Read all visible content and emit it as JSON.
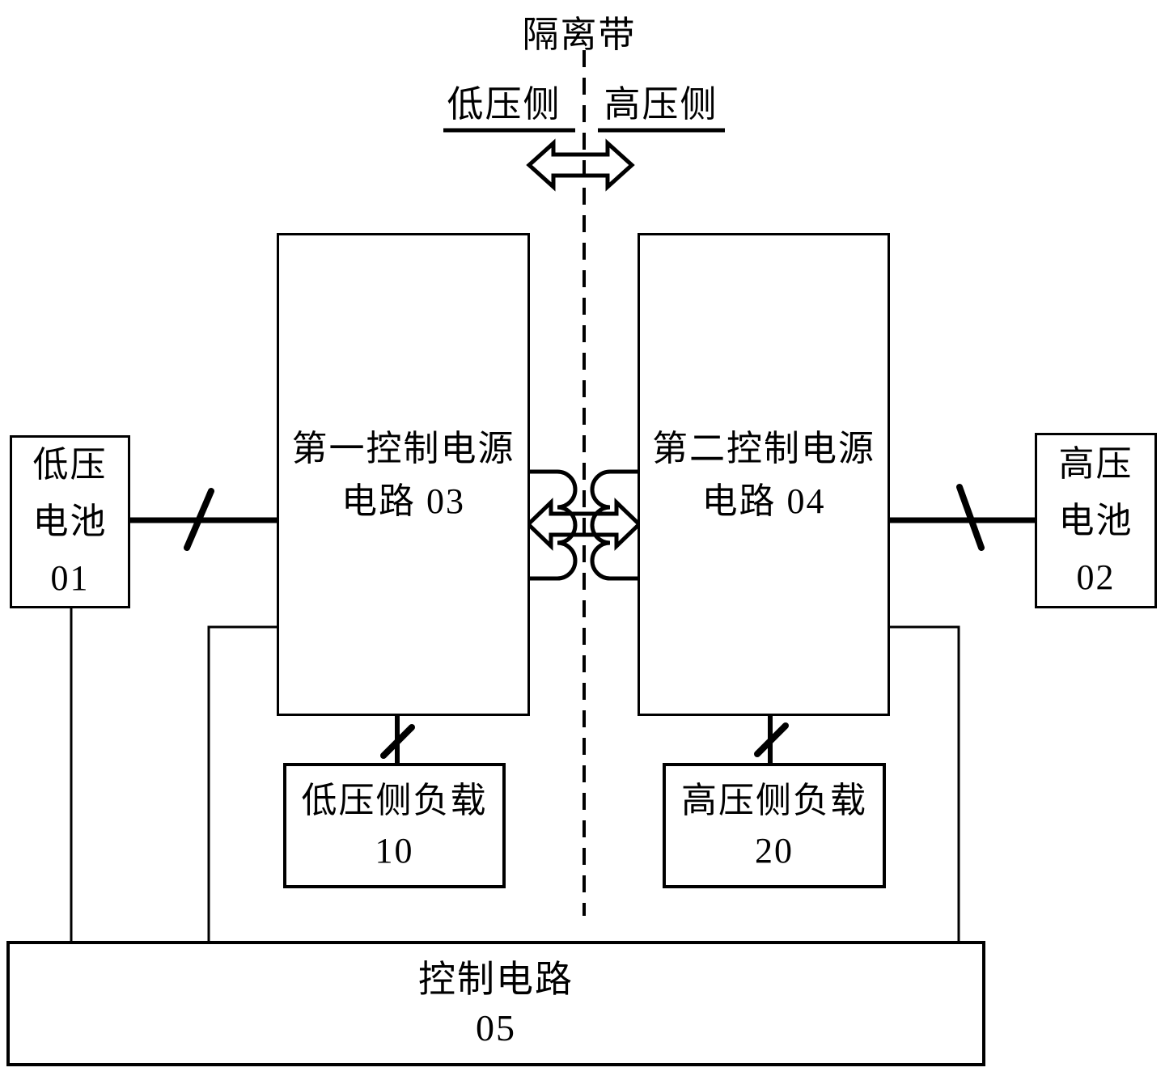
{
  "diagram": {
    "isolation_band_label": "隔离带",
    "low_voltage_side_label": "低压侧",
    "high_voltage_side_label": "高压侧",
    "first_control_power_box": {
      "line1": "第一控制电源",
      "line2": "电路 03"
    },
    "second_control_power_box": {
      "line1": "第二控制电源",
      "line2": "电路 04"
    },
    "low_voltage_battery_box": {
      "line1": "低压",
      "line2": "电池",
      "line3": "01"
    },
    "high_voltage_battery_box": {
      "line1": "高压",
      "line2": "电池",
      "line3": "02"
    },
    "low_side_load_box": {
      "line1": "低压侧负载",
      "line2": "10"
    },
    "high_side_load_box": {
      "line1": "高压侧负载",
      "line2": "20"
    },
    "control_circuit_box": {
      "line1": "控制电路",
      "line2": "05"
    },
    "symbols": {
      "isolation_boundary": "vertical-dashed-line",
      "top_exchange_arrow": "bidirectional-hollow-arrow",
      "transformer_exchange_arrow": "bidirectional-hollow-arrow",
      "transformer_coupling": "facing-coil-pair",
      "bus_width_marks": "diagonal-slash"
    },
    "colors": {
      "line": "#000000",
      "background": "#ffffff"
    }
  }
}
